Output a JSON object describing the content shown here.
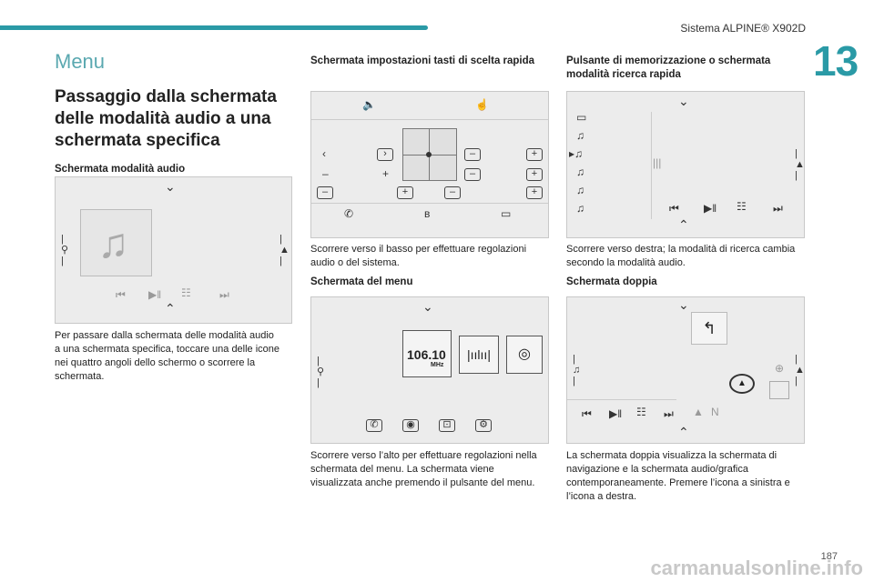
{
  "header": {
    "title": "Sistema ALPINE® X902D",
    "chapter": "13",
    "page": "187"
  },
  "col1": {
    "menu_title": "Menu",
    "section_title": "Passaggio dalla schermata delle modalità audio a una schermata specifica",
    "audio_heading": "Schermata modalità audio",
    "audio_text": "Per passare dalla schermata delle modalità audio a una schermata specifica, toccare una delle icone nei quattro angoli dello schermo o scorrere la schermata."
  },
  "col2": {
    "quick_heading": "Schermata impostazioni tasti di scelta rapida",
    "quick_text": "Scorrere verso il basso per effettuare regolazioni audio o del sistema.",
    "menu_heading": "Schermata del menu",
    "menu_text": "Scorrere verso l’alto per effettuare regolazioni nella schermata del menu. La schermata viene visualizzata anche premendo il pulsante del menu.",
    "radio_freq": "106.10",
    "radio_unit": "MHz"
  },
  "col3": {
    "memo_heading": "Pulsante di memorizzazione o schermata modalità ricerca rapida",
    "memo_text": "Scorrere verso destra; la modalità di ricerca cambia secondo la modalità audio.",
    "double_heading": "Schermata doppia",
    "double_text": "La schermata doppia visualizza la schermata di navigazione e la schermata audio/grafica contemporaneamente. Premere l’icona a sinistra e l’icona a destra.",
    "compass_n": "N"
  },
  "watermark": "carmanualsonline.info",
  "colors": {
    "accent": "#2a9aa6",
    "screen_bg": "#ececec"
  }
}
